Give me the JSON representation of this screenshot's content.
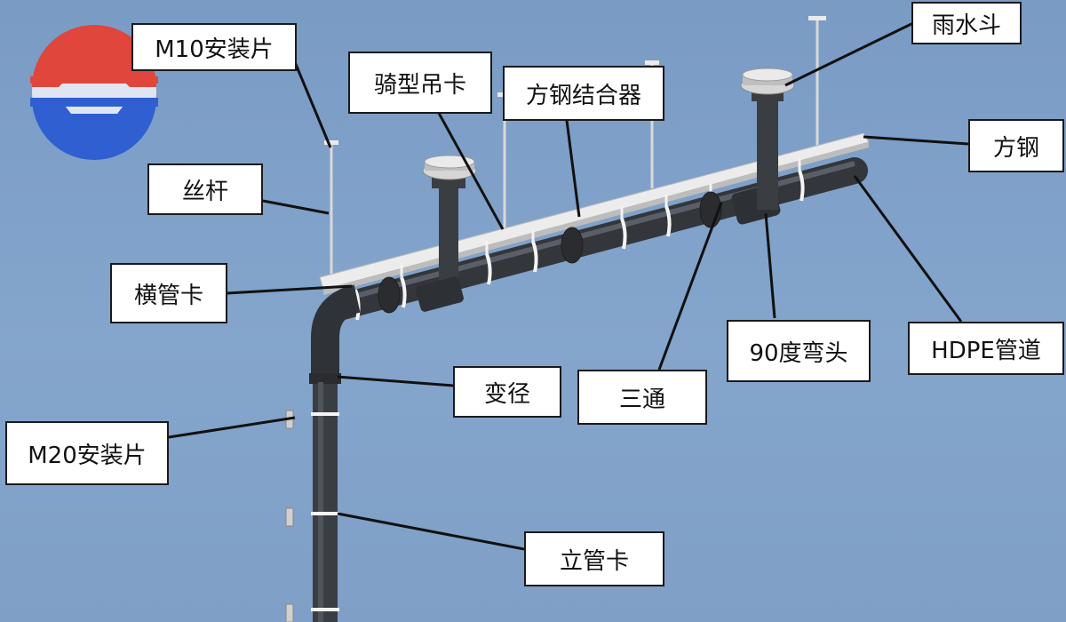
{
  "labels": {
    "m10": "M10安装片",
    "rider_clamp": "骑型吊卡",
    "square_connector": "方钢结合器",
    "rain_hopper": "雨水斗",
    "square_steel": "方钢",
    "threaded_rod": "丝杆",
    "horizontal_clamp": "横管卡",
    "elbow_90": "90度弯头",
    "hdpe_pipe": "HDPE管道",
    "reducer": "变径",
    "tee": "三通",
    "m20": "M20安装片",
    "vertical_clamp": "立管卡"
  },
  "colors": {
    "background": "#7d9ec6",
    "pipe": "#3a3d42",
    "steel": "#e6e6e6",
    "logo_red": "#e0463c",
    "logo_blue": "#2f5fd0"
  }
}
